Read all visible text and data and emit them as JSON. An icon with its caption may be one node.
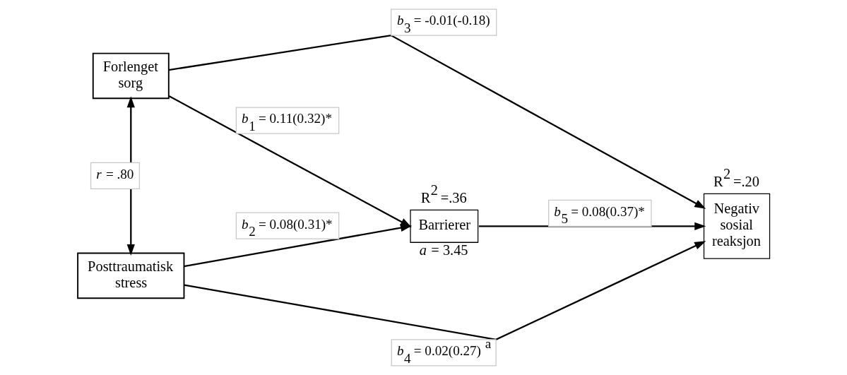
{
  "diagram": {
    "nodes": [
      {
        "text": [
          "Forlenget sorg"
        ]
      },
      {
        "text": [
          "Posttraumatisk stress"
        ]
      },
      {
        "text": [
          "Barrierer"
        ],
        "beside": [
          "R$^{2}$ =.36",
          "*a* = 3.45"
        ]
      },
      {
        "text": [
          "Negativ sosial reaksjon"
        ],
        "beside": [
          "R$^{2}$ =.20"
        ]
      }
    ],
    "edges": [
      {
        "from": 0,
        "to": 1,
        "arrow": "both",
        "label": "*r* = .80"
      },
      {
        "from": 0,
        "to": 2,
        "arrow": "to",
        "label": "*b*$_{1}$ = 0.11(0.32)*"
      },
      {
        "from": 0,
        "to": 3,
        "arrow": "to",
        "label": "*b*$_{3}$ = -0.01(-0.18)"
      },
      {
        "from": 2,
        "to": 3,
        "arrow": "to",
        "label": "*b*$_{5}$ = 0.08(0.37)*"
      },
      {
        "from": 1,
        "to": 2,
        "arrow": "to",
        "label": "*b*$_{2}$ = 0.08(0.31)*"
      },
      {
        "from": 1,
        "to": 3,
        "arrow": "to",
        "label": "*b*$_{4}$ = 0.02(0.27) $^{a}$"
      }
    ]
  }
}
